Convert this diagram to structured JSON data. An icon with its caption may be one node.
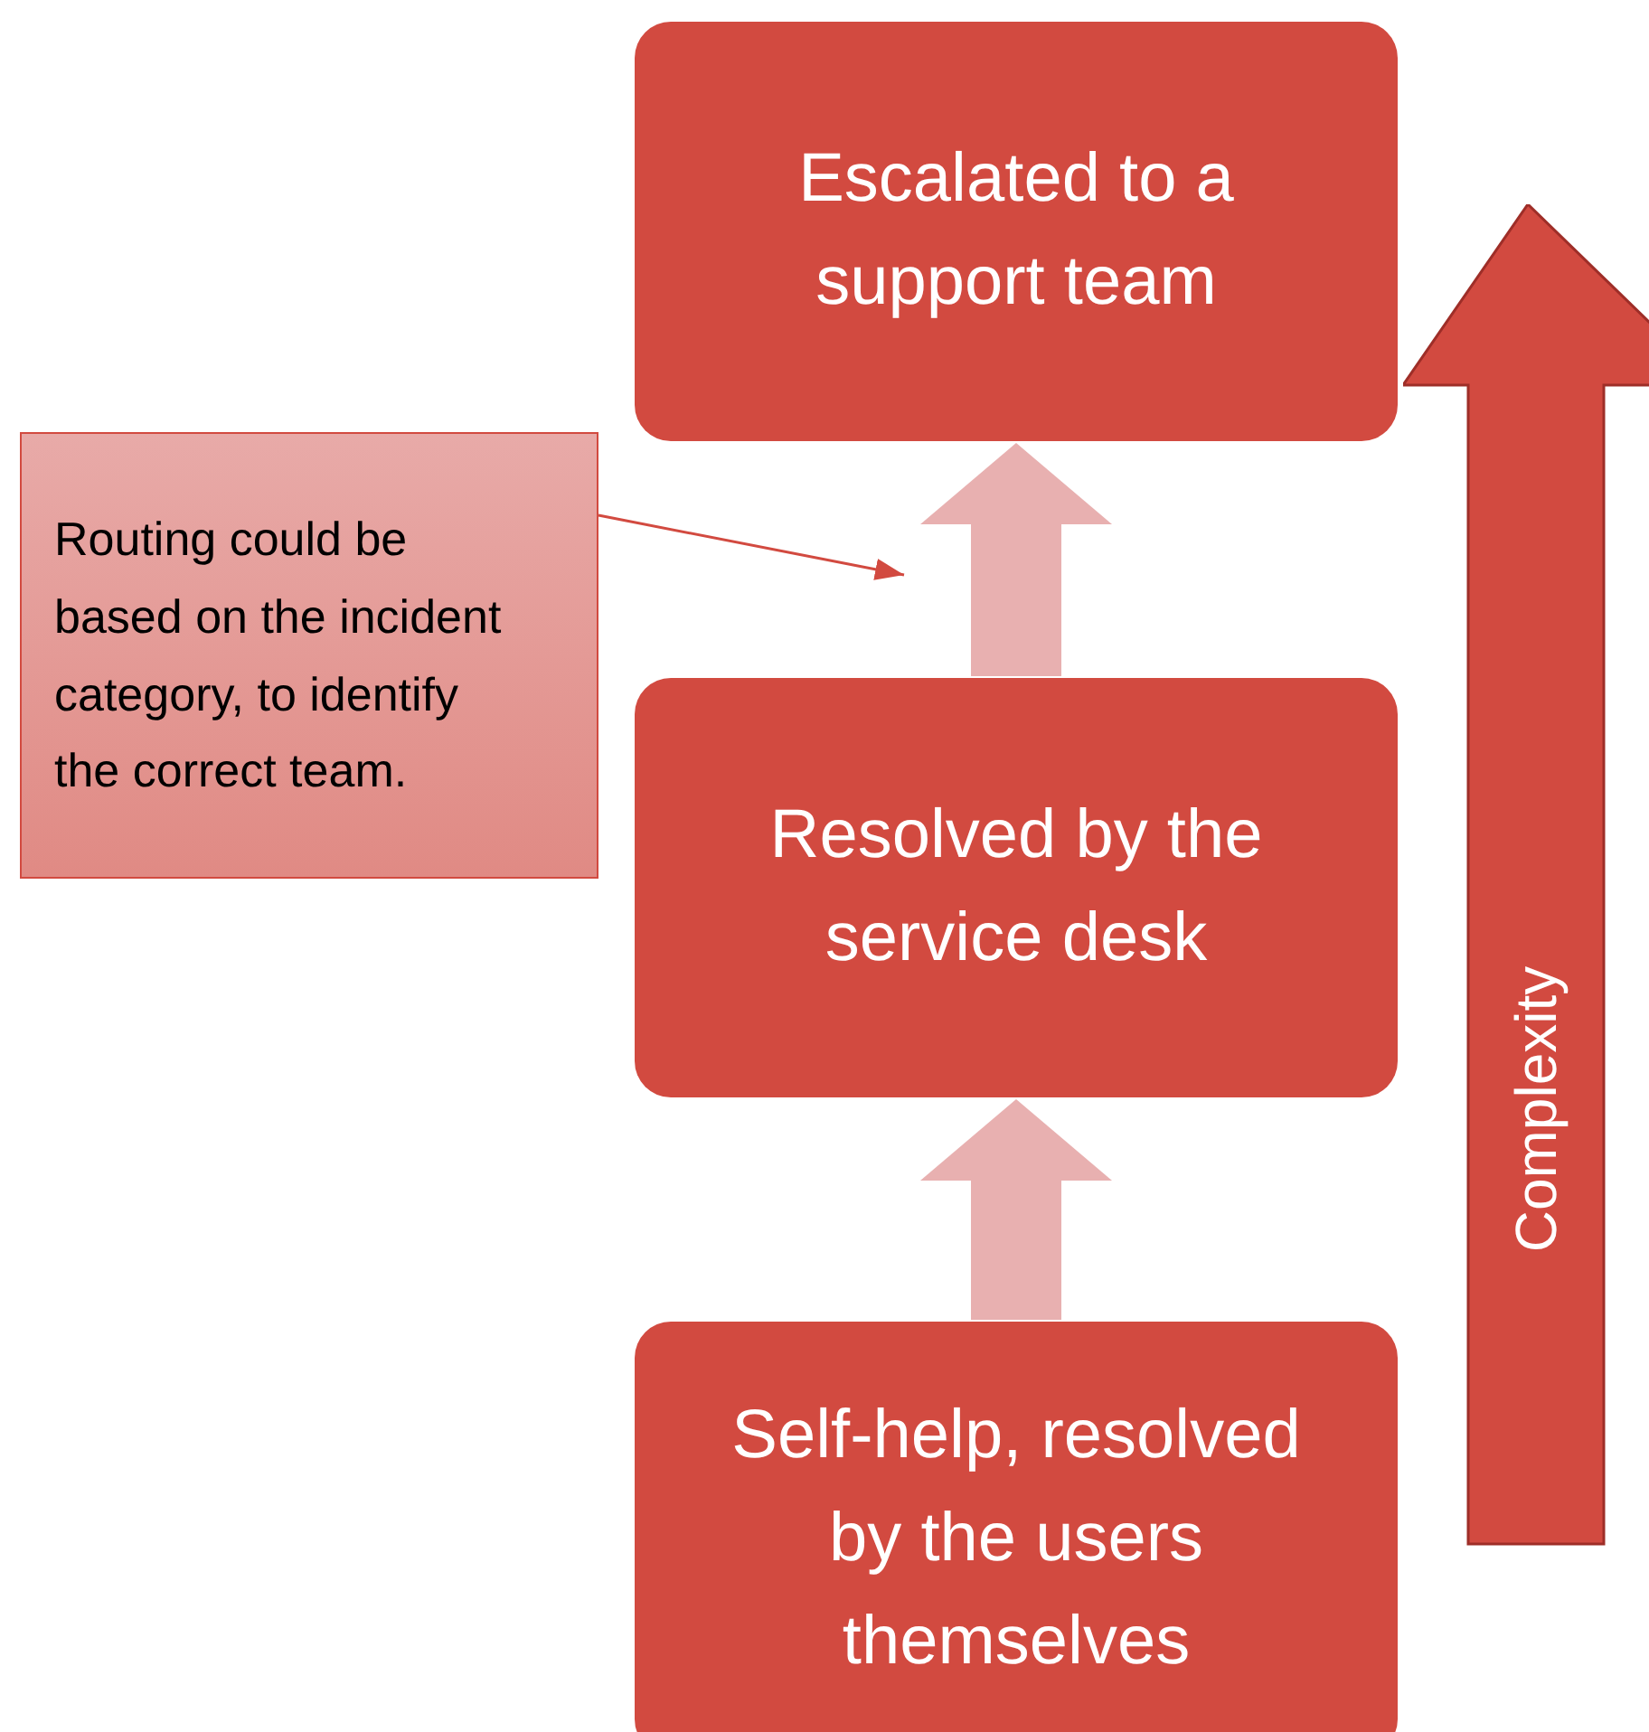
{
  "diagram": {
    "nodes": [
      {
        "text": [
          "Escalated to a support team"
        ]
      },
      {
        "text": [
          "Routing could be based on the incident category, to identify the correct team."
        ]
      },
      {
        "text": [
          "Resolved by the service desk"
        ]
      },
      {
        "text": [
          "Self-help, resolved by the users themselves"
        ]
      },
      {
        "text": [
          "Complexity"
        ]
      }
    ],
    "edges": [
      {
        "from": 1,
        "to": null,
        "arrow": "to",
        "color": "#d24a40"
      },
      {
        "from": 2,
        "to": 0,
        "arrow": "to"
      },
      {
        "from": 3,
        "to": 2,
        "arrow": "to"
      }
    ]
  }
}
